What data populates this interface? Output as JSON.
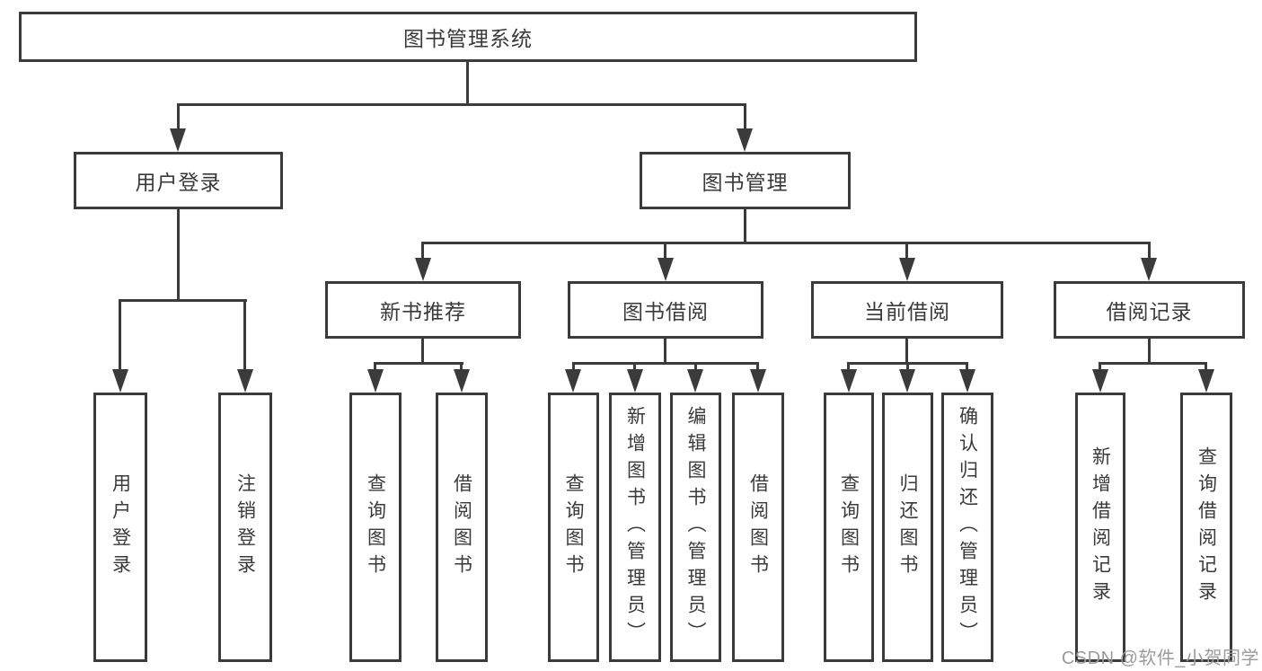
{
  "diagram": {
    "root": {
      "label": "图书管理系统"
    },
    "branches": [
      {
        "label": "用户登录",
        "children": [
          "用户登录",
          "注销登录"
        ]
      },
      {
        "label": "图书管理",
        "sections": [
          {
            "label": "新书推荐",
            "children": [
              "查询图书",
              "借阅图书"
            ]
          },
          {
            "label": "图书借阅",
            "children": [
              "查询图书",
              "新增图书（管理员）",
              "编辑图书（管理员）",
              "借阅图书"
            ]
          },
          {
            "label": "当前借阅",
            "children": [
              "查询图书",
              "归还图书",
              "确认归还（管理员）"
            ]
          },
          {
            "label": "借阅记录",
            "children": [
              "新增借阅记录",
              "查询借阅记录"
            ]
          }
        ]
      }
    ],
    "watermark": "CSDN @软件_小贺同学",
    "colors": {
      "line": "#3b3b3b",
      "text": "#3a3a3a",
      "watermark": "#9b9b9b",
      "background": "#ffffff"
    }
  }
}
